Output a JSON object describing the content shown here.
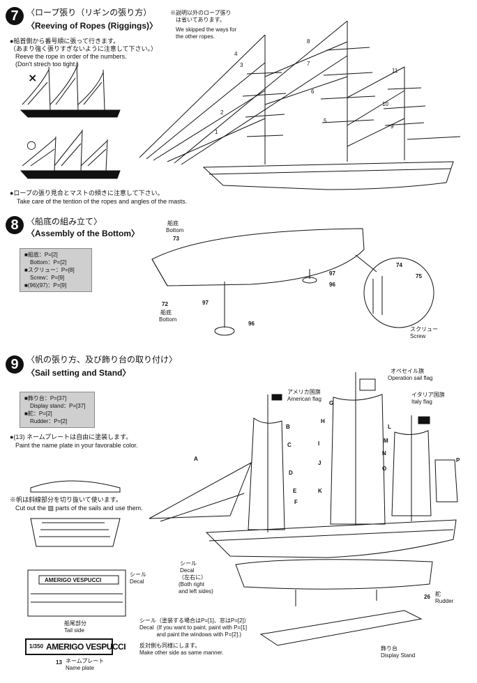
{
  "step7": {
    "number": "7",
    "title_jp": "〈ロープ張り（リギンの張り方）",
    "title_en": "〈Reeving of Ropes (Riggings)〉",
    "note_jp": "※説明以外のロープ張り\n　は省いてあります。",
    "note_en": "We skipped the ways for\nthe other ropes.",
    "instr_jp": "●船首側から番号順に張って行きます。\n（あまり強く張りすぎないように注意して下さい。）",
    "instr_en": "Reeve the rope in order of the numbers.\n(Don't strech too tight.)",
    "wrong_mark": "×",
    "right_mark": "○",
    "bottom_jp": "●ロープの張り見合とマストの傾きに注意して下さい。",
    "bottom_en": "Take care of the tention of the ropes and angles of the masts.",
    "rope_numbers": [
      "1",
      "2",
      "3",
      "4",
      "5",
      "6",
      "7",
      "8",
      "9",
      "10",
      "11"
    ]
  },
  "step8": {
    "number": "8",
    "title_jp": "〈船底の組み立て〉",
    "title_en": "〈Assembly of the Bottom〉",
    "parts": [
      "■船底：P=[2]",
      "　Bottom：P=[2]",
      "■スクリュー：P=[8]",
      "　Screw：P=[9]",
      "■(96)(97)：P=[9]"
    ],
    "label_bottom_jp": "船底",
    "label_bottom_en": "Bottom",
    "label_bottom2_jp": "船底",
    "label_bottom2_en": "Bottom",
    "label_screw_jp": "スクリュー",
    "label_screw_en": "Screw",
    "p73": "73",
    "p72": "72",
    "p97": "97",
    "p96": "96",
    "p74": "74",
    "p75": "75"
  },
  "step9": {
    "number": "9",
    "title_jp": "〈帆の張り方、及び飾り台の取り付け〉",
    "title_en": "〈Sail setting and Stand〉",
    "parts": [
      "■飾り台：P=[37]",
      "　Display stand：P=[37]",
      "■舵：P=[2]",
      "　Rudder：P=[2]"
    ],
    "nameplate_jp": "●(13) ネームプレートは自由に塗装します。",
    "nameplate_en": "Paint the name plate in your favorable color.",
    "cut_jp": "※帆は斜線部分を切り抜いて使います。",
    "cut_en": "Cut out the ▨ parts of the sails and use them.",
    "american_flag_jp": "アメリカ国旗",
    "american_flag_en": "American flag",
    "operation_flag_jp": "オペセイル旗",
    "operation_flag_en": "Operation sail flag",
    "italy_flag_jp": "イタリア国旗",
    "italy_flag_en": "Italy flag",
    "decal_jp": "シール",
    "decal_en": "Decal",
    "decal2_jp": "シール",
    "decal2_en": "Decal",
    "decal2_side_jp": "（左右に）",
    "decal2_side_en": "(Both right\nand left sides)",
    "decal_name": "AMERIGO VESPUCCI",
    "tail_jp": "船尾部分",
    "tail_en": "Tail side",
    "nameplate_text": "AMERIGO VESPUCCI",
    "nameplate_prefix": "1/350",
    "nameplate_label_jp": "ネームプレート",
    "nameplate_label_en": "Name plate",
    "p13": "13",
    "rudder_jp": "舵",
    "rudder_en": "Rudder",
    "p26": "26",
    "stand_jp": "飾り台",
    "stand_en": "Display Stand",
    "decal_note_jp": "シール（塗装する場合はP=[1]、窓はP=[2]）",
    "decal_note_en": "Decal  (If you want to paint, paint with P=[1]\n           and paint the windows with P=[2].)",
    "other_side_jp": "反対側も同様にします。",
    "other_side_en": "Make other side as same manner.",
    "callouts": [
      "A",
      "B",
      "C",
      "D",
      "E",
      "F",
      "G",
      "H",
      "I",
      "J",
      "K",
      "L",
      "M",
      "N",
      "O",
      "P"
    ]
  },
  "colors": {
    "ink": "#111111",
    "paper": "#ffffff",
    "box": "#cfcfcf"
  }
}
